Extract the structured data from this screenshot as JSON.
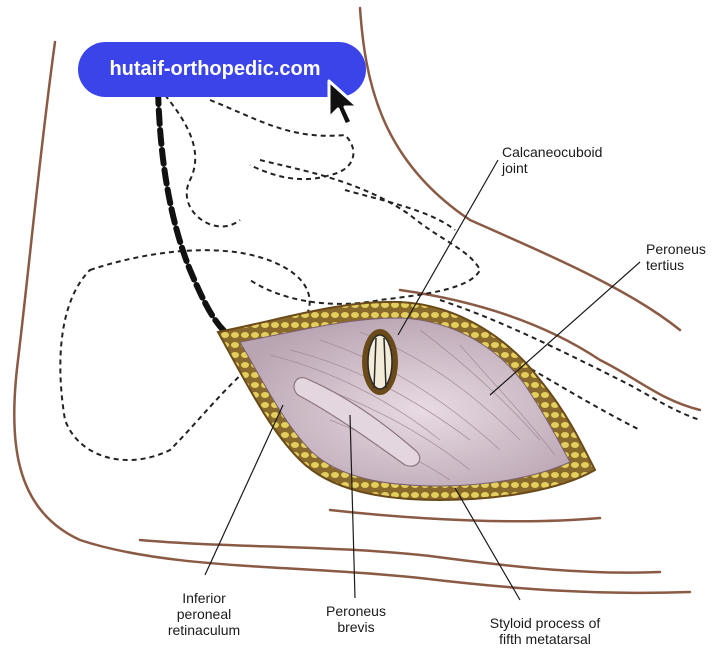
{
  "watermark": {
    "text": "hutaif-orthopedic.com",
    "color": "#3b44e8"
  },
  "labels": {
    "calcaneocuboid": [
      "Calcaneocuboid",
      "joint"
    ],
    "peroneus_tertius": [
      "Peroneus",
      "tertius"
    ],
    "inferior_retinaculum": [
      "Inferior",
      "peroneal",
      "retinaculum"
    ],
    "peroneus_brevis": [
      "Peroneus",
      "brevis"
    ],
    "styloid_process": [
      "Styloid process of",
      "fifth metatarsal"
    ]
  },
  "icons": {
    "cursor": "arrow-cursor-icon"
  },
  "colors": {
    "skin_outline": "#8a5a44",
    "fat": "#d9c35a",
    "tissue": "#d9c7d2"
  }
}
